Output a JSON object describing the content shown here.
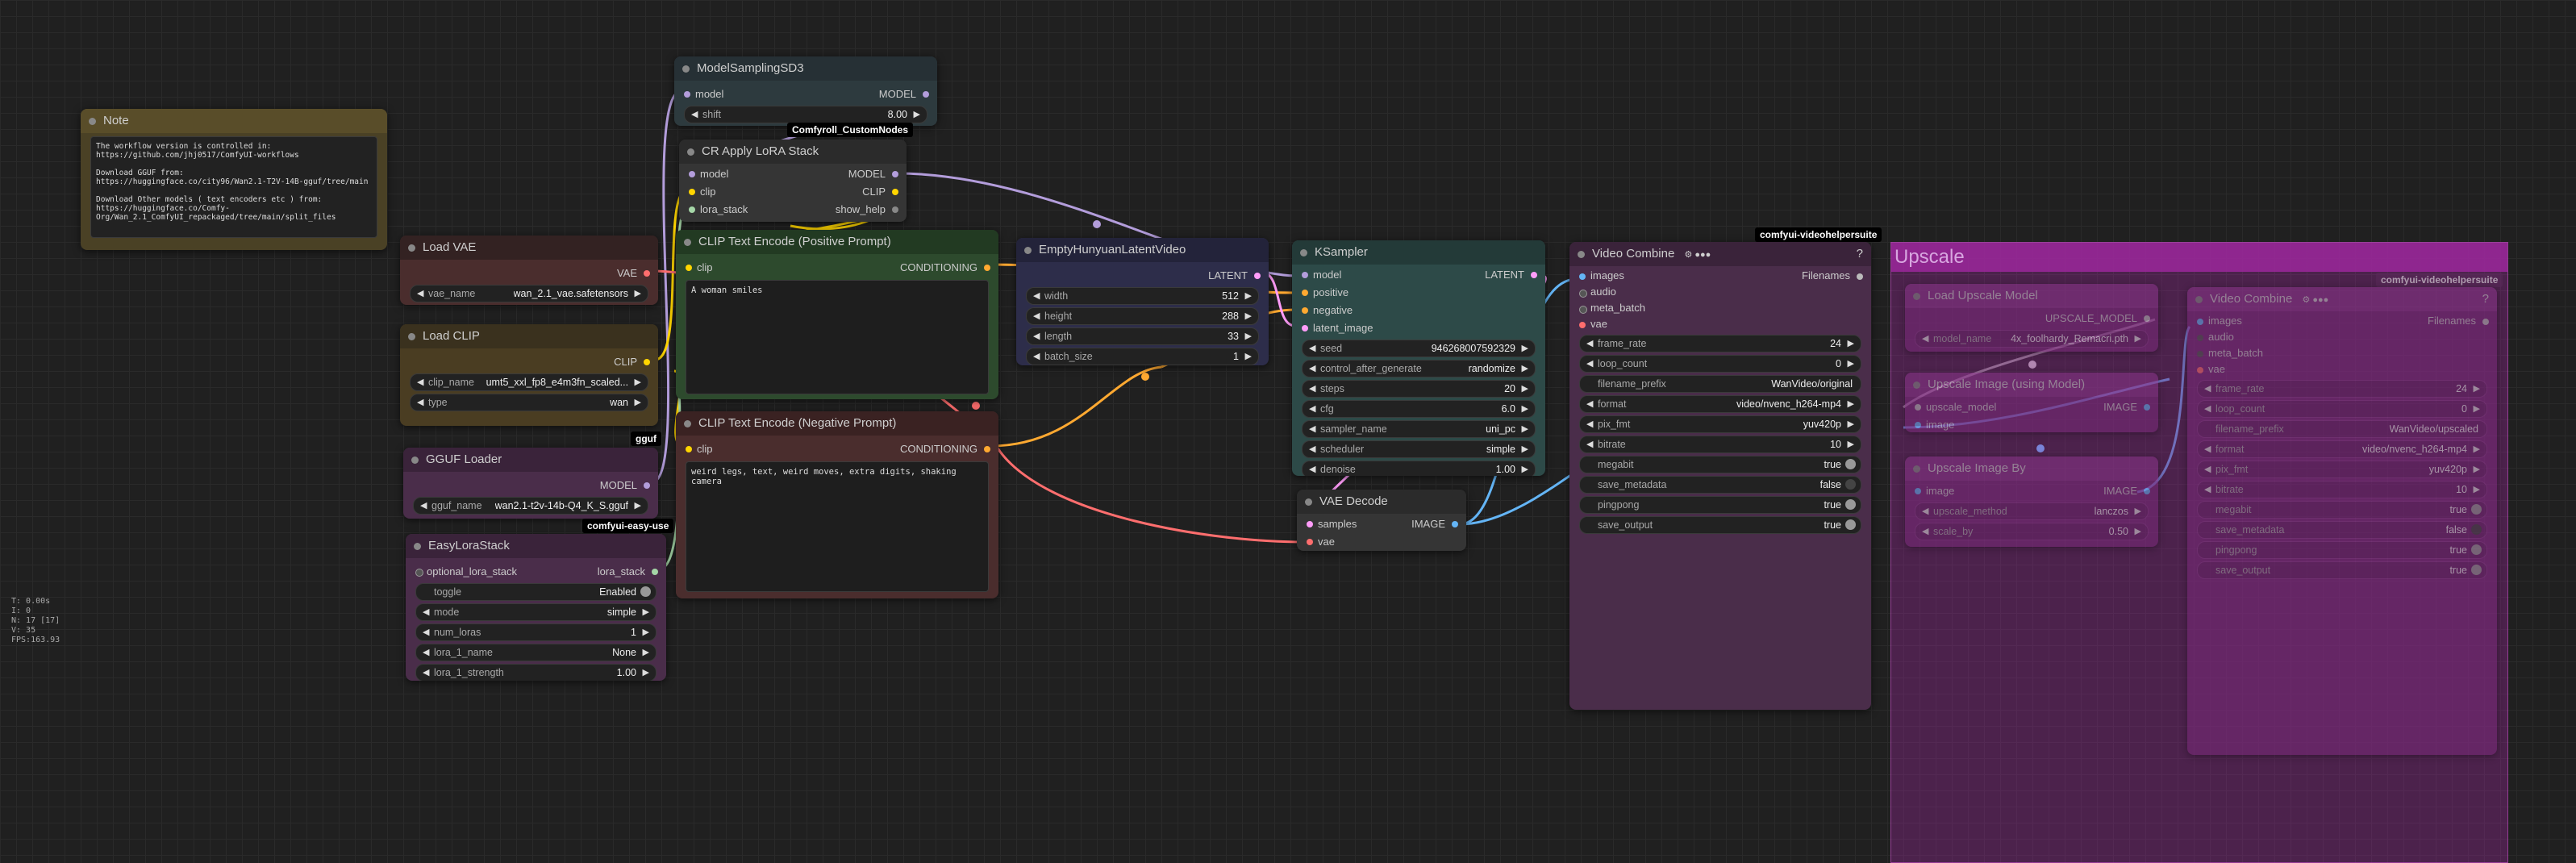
{
  "colors": {
    "model": "#b39ddb",
    "clip": "#ffd500",
    "conditioning": "#ffa931",
    "latent": "#ff9cf9",
    "vae": "#ff6e6e",
    "image": "#64b5f6",
    "lora_stack": "#a5d6a7"
  },
  "badges": {
    "comfyroll": "Comfyroll_CustomNodes",
    "vhs": "comfyui-videohelpersuite",
    "gguf": "gguf",
    "easy": "comfyui-easy-use"
  },
  "fps": {
    "t": "T: 0.00s",
    "i": "I: 0",
    "n": "N: 17 [17]",
    "v": "V: 35",
    "fps": "FPS:163.93"
  },
  "note": {
    "title": "Note",
    "text": "The workflow version is controlled in:\nhttps://github.com/jhj0517/ComfyUI-workflows\n\nDownload GGUF from:\nhttps://huggingface.co/city96/Wan2.1-T2V-14B-gguf/tree/main\n\nDownload Other models ( text encoders etc ) from:\nhttps://huggingface.co/Comfy-Org/Wan_2.1_ComfyUI_repackaged/tree/main/split_files"
  },
  "load_vae": {
    "title": "Load VAE",
    "out": "VAE",
    "w_name": "vae_name",
    "w_val": "wan_2.1_vae.safetensors"
  },
  "load_clip": {
    "title": "Load CLIP",
    "out": "CLIP",
    "w1_name": "clip_name",
    "w1_val": "umt5_xxl_fp8_e4m3fn_scaled....",
    "w2_name": "type",
    "w2_val": "wan"
  },
  "gguf_loader": {
    "title": "GGUF Loader",
    "out": "MODEL",
    "w_name": "gguf_name",
    "w_val": "wan2.1-t2v-14b-Q4_K_S.gguf"
  },
  "easy_lora": {
    "title": "EasyLoraStack",
    "in": "optional_lora_stack",
    "out": "lora_stack",
    "toggle_name": "toggle",
    "toggle_val": "Enabled",
    "mode_name": "mode",
    "mode_val": "simple",
    "num_name": "num_loras",
    "num_val": "1",
    "l1n_name": "lora_1_name",
    "l1n_val": "None",
    "l1s_name": "lora_1_strength",
    "l1s_val": "1.00"
  },
  "model_sampling": {
    "title": "ModelSamplingSD3",
    "in": "model",
    "out": "MODEL",
    "w_name": "shift",
    "w_val": "8.00"
  },
  "cr_lora": {
    "title": "CR Apply LoRA Stack",
    "in1": "model",
    "in2": "clip",
    "in3": "lora_stack",
    "out1": "MODEL",
    "out2": "CLIP",
    "out3": "show_help"
  },
  "clip_pos": {
    "title": "CLIP Text Encode (Positive Prompt)",
    "in": "clip",
    "out": "CONDITIONING",
    "text": "A woman smiles"
  },
  "clip_neg": {
    "title": "CLIP Text Encode (Negative Prompt)",
    "in": "clip",
    "out": "CONDITIONING",
    "text": "weird legs, text, weird moves, extra digits, shaking camera"
  },
  "empty_latent": {
    "title": "EmptyHunyuanLatentVideo",
    "out": "LATENT",
    "w": [
      {
        "n": "width",
        "v": "512"
      },
      {
        "n": "height",
        "v": "288"
      },
      {
        "n": "length",
        "v": "33"
      },
      {
        "n": "batch_size",
        "v": "1"
      }
    ]
  },
  "ksampler": {
    "title": "KSampler",
    "out": "LATENT",
    "ins": [
      "model",
      "positive",
      "negative",
      "latent_image"
    ],
    "w": [
      {
        "n": "seed",
        "v": "946268007592329"
      },
      {
        "n": "control_after_generate",
        "v": "randomize"
      },
      {
        "n": "steps",
        "v": "20"
      },
      {
        "n": "cfg",
        "v": "6.0"
      },
      {
        "n": "sampler_name",
        "v": "uni_pc"
      },
      {
        "n": "scheduler",
        "v": "simple"
      },
      {
        "n": "denoise",
        "v": "1.00"
      }
    ]
  },
  "vae_decode": {
    "title": "VAE Decode",
    "in1": "samples",
    "in2": "vae",
    "out": "IMAGE"
  },
  "video_combine": {
    "title": "Video Combine",
    "out": "Filenames",
    "help": "?",
    "ins": [
      "images",
      "audio",
      "meta_batch",
      "vae"
    ],
    "w": [
      {
        "n": "frame_rate",
        "v": "24"
      },
      {
        "n": "loop_count",
        "v": "0"
      },
      {
        "n": "filename_prefix",
        "v": "WanVideo/original"
      },
      {
        "n": "format",
        "v": "video/nvenc_h264-mp4"
      },
      {
        "n": "pix_fmt",
        "v": "yuv420p"
      },
      {
        "n": "bitrate",
        "v": "10"
      },
      {
        "n": "megabit",
        "v": "true"
      },
      {
        "n": "save_metadata",
        "v": "false"
      },
      {
        "n": "pingpong",
        "v": "true"
      },
      {
        "n": "save_output",
        "v": "true"
      }
    ]
  },
  "upscale_group": {
    "title": "Upscale",
    "load_up_model": {
      "title": "Load Upscale Model",
      "out": "UPSCALE_MODEL",
      "w_name": "model_name",
      "w_val": "4x_foolhardy_Remacri.pth"
    },
    "upscale_with": {
      "title": "Upscale Image (using Model)",
      "in1": "upscale_model",
      "in2": "image",
      "out": "IMAGE"
    },
    "upscale_by": {
      "title": "Upscale Image By",
      "in": "image",
      "out": "IMAGE",
      "w1n": "upscale_method",
      "w1v": "lanczos",
      "w2n": "scale_by",
      "w2v": "0.50"
    },
    "vc2": {
      "title": "Video Combine",
      "out": "Filenames",
      "help": "?",
      "ins": [
        "images",
        "audio",
        "meta_batch",
        "vae"
      ],
      "w": [
        {
          "n": "frame_rate",
          "v": "24"
        },
        {
          "n": "loop_count",
          "v": "0"
        },
        {
          "n": "filename_prefix",
          "v": "WanVideo/upscaled"
        },
        {
          "n": "format",
          "v": "video/nvenc_h264-mp4"
        },
        {
          "n": "pix_fmt",
          "v": "yuv420p"
        },
        {
          "n": "bitrate",
          "v": "10"
        },
        {
          "n": "megabit",
          "v": "true"
        },
        {
          "n": "save_metadata",
          "v": "false"
        },
        {
          "n": "pingpong",
          "v": "true"
        },
        {
          "n": "save_output",
          "v": "true"
        }
      ]
    }
  }
}
